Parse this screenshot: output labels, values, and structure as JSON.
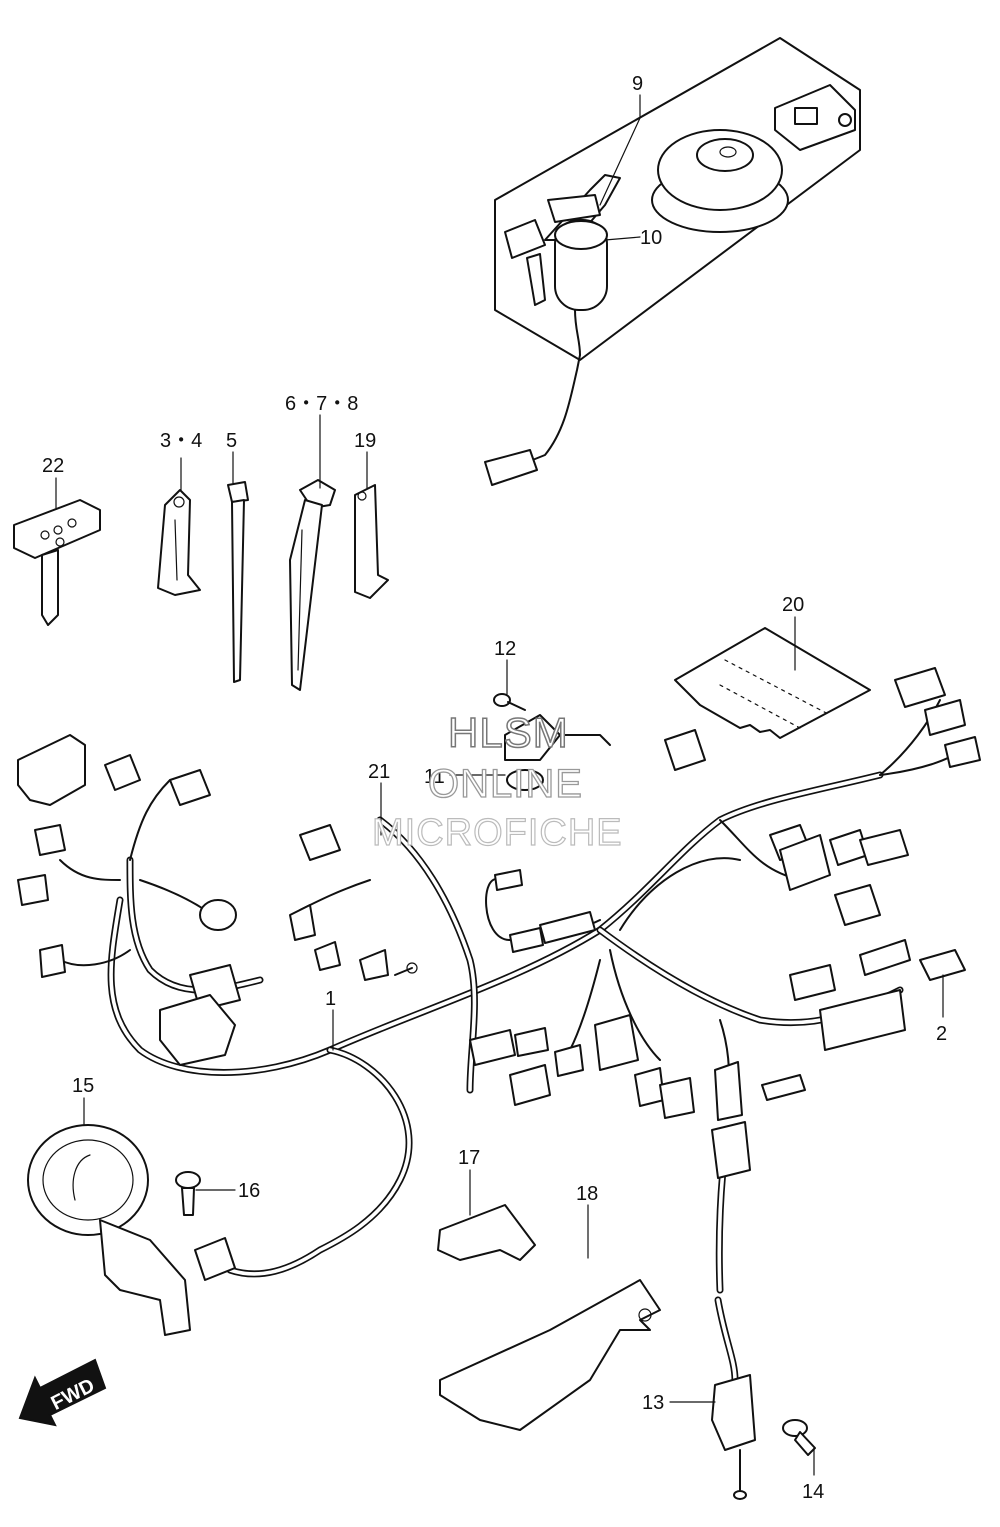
{
  "callouts": {
    "c1": "1",
    "c2": "2",
    "c3_4": "3・4",
    "c5": "5",
    "c6_7_8": "6・7・8",
    "c9": "9",
    "c10": "10",
    "c11": "11",
    "c12": "12",
    "c13": "13",
    "c14": "14",
    "c15": "15",
    "c16": "16",
    "c17": "17",
    "c18": "18",
    "c19": "19",
    "c20": "20",
    "c21": "21",
    "c22": "22"
  },
  "watermark": {
    "line1": "HLSM",
    "line2": "ONLINE",
    "line3": "MICROFICHE"
  },
  "direction_badge": {
    "label": "FWD",
    "icon": "forward-arrow-icon"
  }
}
